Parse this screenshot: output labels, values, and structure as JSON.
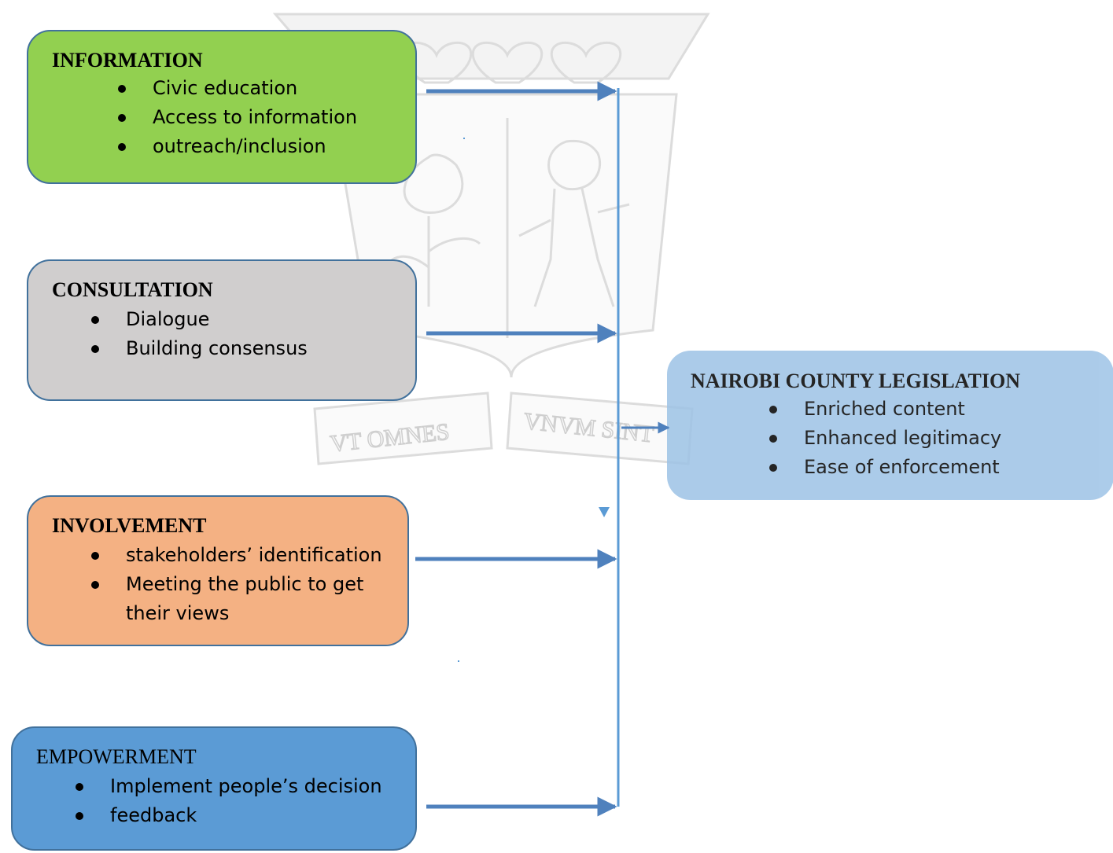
{
  "watermark": {
    "motto_left": "VT OMNES",
    "motto_right": "VNVM SINT"
  },
  "boxes": {
    "information": {
      "title": "INFORMATION",
      "items": [
        "Civic education",
        "Access to information",
        "outreach/inclusion"
      ],
      "color": "#92d050"
    },
    "consultation": {
      "title": "CONSULTATION",
      "items": [
        "Dialogue",
        "Building consensus"
      ],
      "color": "#d0cece"
    },
    "involvement": {
      "title": "INVOLVEMENT",
      "items": [
        "stakeholders’ identification",
        "Meeting the public to get",
        "their views"
      ],
      "color": "#f4b183"
    },
    "empowerment": {
      "title": "EMPOWERMENT",
      "items": [
        "Implement people’s decision",
        "feedback"
      ],
      "color": "#5b9bd5"
    },
    "legislation": {
      "title": "NAIROBI COUNTY LEGISLATION",
      "items": [
        "Enriched content",
        "Enhanced legitimacy",
        "Ease of enforcement"
      ],
      "color": "#9dc3e6"
    }
  },
  "colors": {
    "arrow": "#4f81bd",
    "connector_line": "#5b9bd5",
    "box_border": "#41719c"
  }
}
